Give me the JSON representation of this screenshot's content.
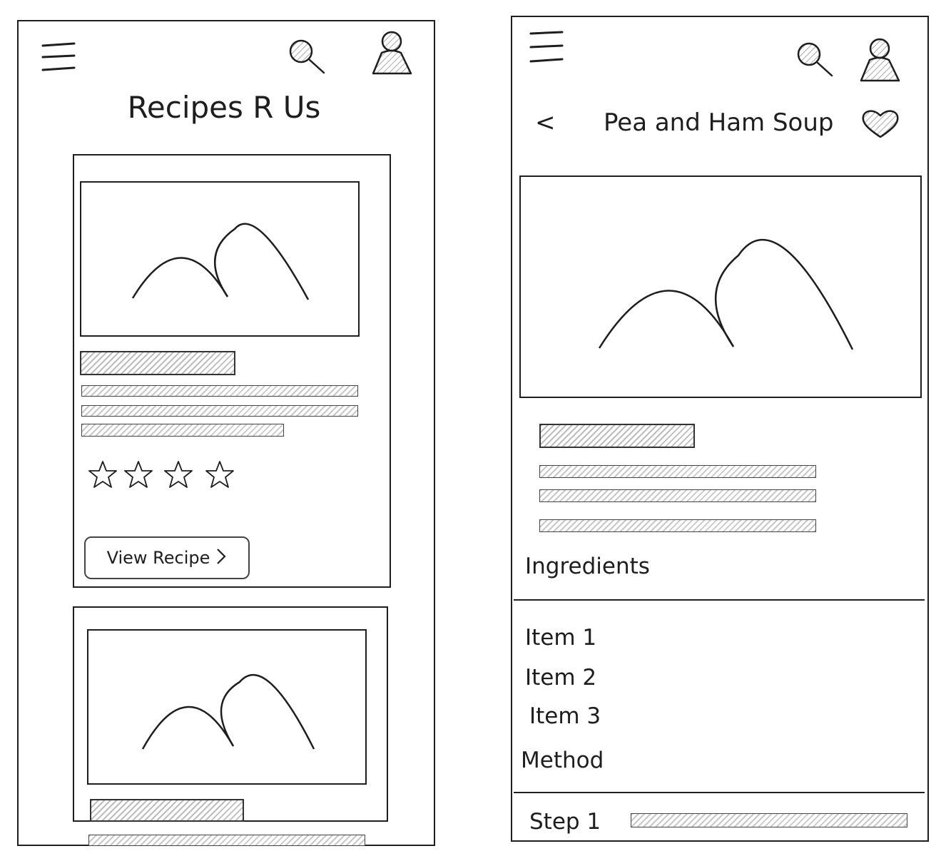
{
  "home": {
    "title": "Recipes R Us",
    "icons": {
      "menu": "hamburger-menu-icon",
      "search": "search-icon",
      "profile": "user-profile-icon"
    },
    "card": {
      "rating_stars": 4,
      "view_button": "View Recipe",
      "view_icon": "chevron-right-icon"
    }
  },
  "detail": {
    "title": "Pea and Ham Soup",
    "icons": {
      "back": "back-chevron-icon",
      "favorite": "heart-icon",
      "menu": "hamburger-menu-icon",
      "search": "search-icon",
      "profile": "user-profile-icon"
    },
    "back_label": "<",
    "ingredients_heading": "Ingredients",
    "ingredients": [
      "Item 1",
      "Item 2",
      "Item 3"
    ],
    "method_heading": "Method",
    "steps": [
      {
        "label": "Step 1"
      }
    ]
  },
  "colors": {
    "ink": "#1e1e1e",
    "hatch": "#bdbdbd",
    "background": "#ffffff"
  }
}
